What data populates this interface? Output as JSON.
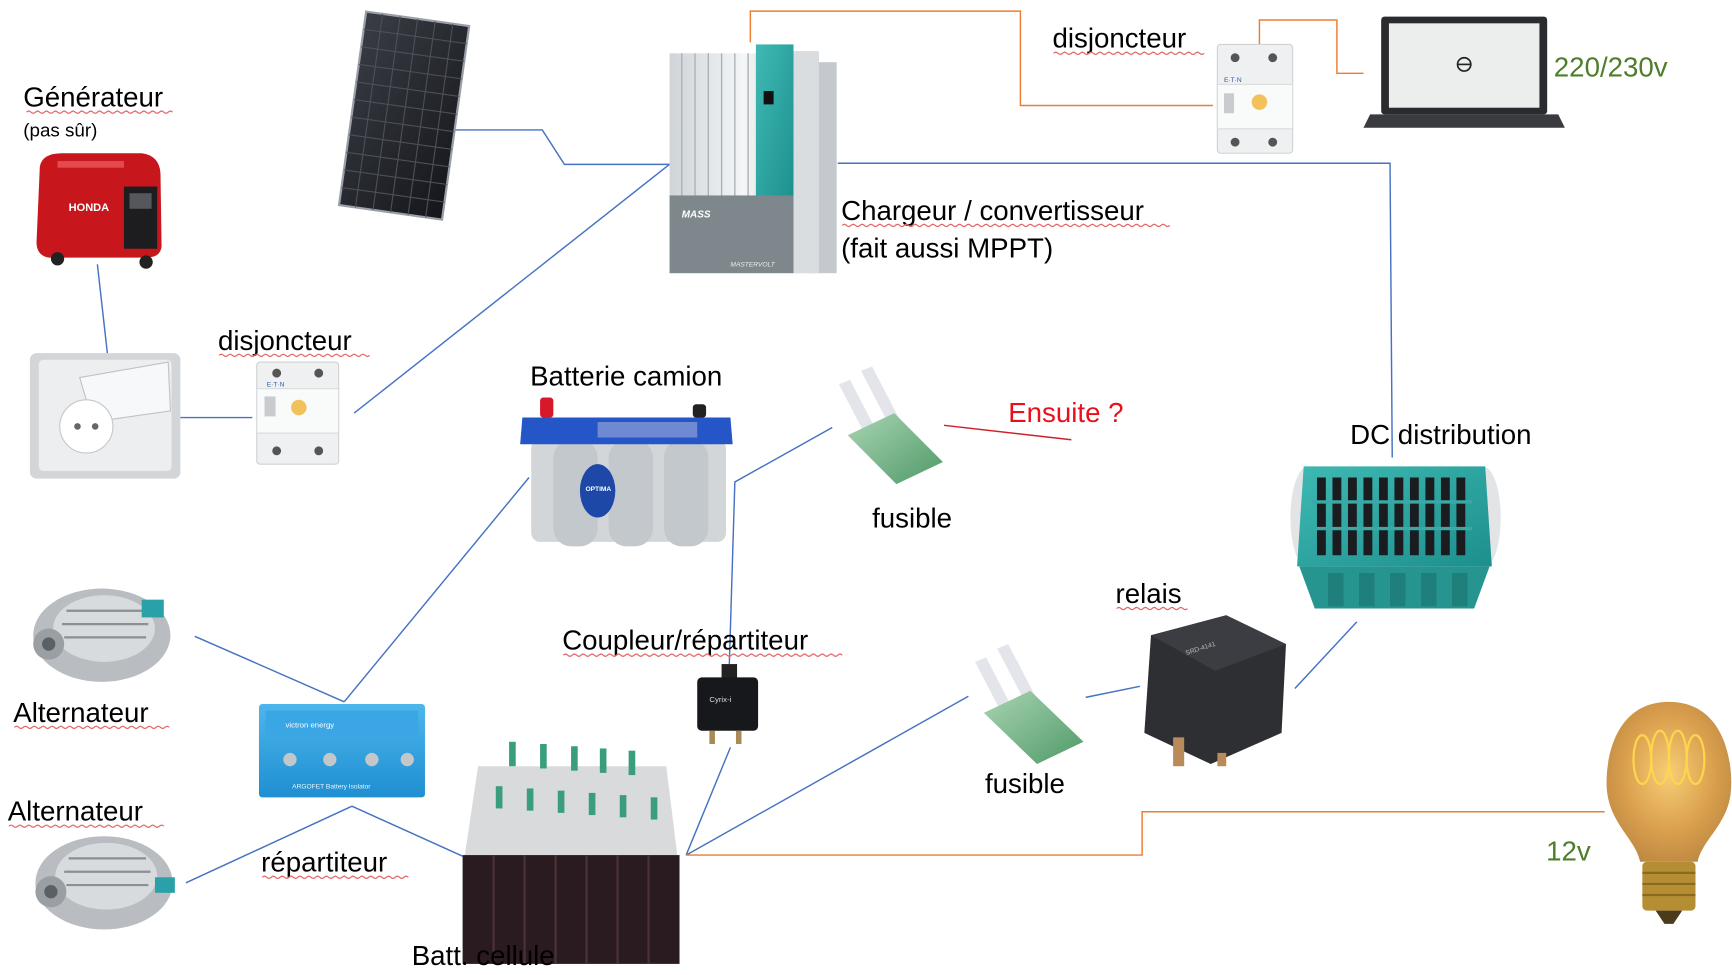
{
  "diagram": {
    "type": "wiring-diagram",
    "language": "fr",
    "colors": {
      "wire_ac": "#ed7d31",
      "wire_dc": "#4672c4",
      "wire_note": "#d0202a",
      "label_text": "#000000",
      "label_question": "#e8111b",
      "label_voltage": "#4e7d2b"
    },
    "labels": {
      "generator": "Générateur",
      "generator_note": "(pas sûr)",
      "breaker_left": "disjoncteur",
      "breaker_top": "disjoncteur",
      "charger": "Chargeur / convertisseur",
      "charger_note": "(fait aussi MPPT)",
      "truck_battery": "Batterie camion",
      "question": "Ensuite ?",
      "fuse_top": "fusible",
      "fuse_bottom": "fusible",
      "dc_distribution": "DC distribution",
      "relay": "relais",
      "coupler": "Coupleur/répartiteur",
      "alternator_1": "Alternateur",
      "alternator_2": "Alternateur",
      "splitter": "répartiteur",
      "cell_battery": "Batt. cellule",
      "voltage_ac": "220/230v",
      "voltage_dc": "12v"
    },
    "device_marks": {
      "charger_brand": "MASS",
      "charger_maker": "MASTERVOLT",
      "isolator_brand": "victron energy",
      "isolator_model": "ARGOFET Battery Isolator",
      "coupler_model": "Cyrix-i",
      "battery_brand": "OPTIMA",
      "breaker_brand": "E·T·N",
      "relay_marking": "SRD-4141"
    },
    "nodes": [
      {
        "id": "generator",
        "label_key": "generator"
      },
      {
        "id": "socket",
        "label_key": null
      },
      {
        "id": "breaker-left",
        "label_key": "breaker_left"
      },
      {
        "id": "solar-panel",
        "label_key": null
      },
      {
        "id": "charger-inverter",
        "label_key": "charger"
      },
      {
        "id": "breaker-top",
        "label_key": "breaker_top"
      },
      {
        "id": "laptop",
        "label_key": "voltage_ac"
      },
      {
        "id": "truck-battery",
        "label_key": "truck_battery"
      },
      {
        "id": "fuse-top",
        "label_key": "fuse_top"
      },
      {
        "id": "dc-distribution",
        "label_key": "dc_distribution"
      },
      {
        "id": "relay",
        "label_key": "relay"
      },
      {
        "id": "fuse-bottom",
        "label_key": "fuse_bottom"
      },
      {
        "id": "coupler",
        "label_key": "coupler"
      },
      {
        "id": "alternator-1",
        "label_key": "alternator_1"
      },
      {
        "id": "alternator-2",
        "label_key": "alternator_2"
      },
      {
        "id": "battery-isolator",
        "label_key": "splitter"
      },
      {
        "id": "cell-battery",
        "label_key": "cell_battery"
      },
      {
        "id": "bulb",
        "label_key": "voltage_dc"
      }
    ],
    "edges": [
      {
        "from": "generator",
        "to": "socket",
        "kind": "dc"
      },
      {
        "from": "socket",
        "to": "breaker-left",
        "kind": "dc"
      },
      {
        "from": "breaker-left",
        "to": "charger-inverter",
        "kind": "dc"
      },
      {
        "from": "solar-panel",
        "to": "charger-inverter",
        "kind": "dc"
      },
      {
        "from": "charger-inverter",
        "to": "breaker-top",
        "kind": "ac"
      },
      {
        "from": "breaker-top",
        "to": "laptop",
        "kind": "ac"
      },
      {
        "from": "charger-inverter",
        "to": "dc-distribution",
        "kind": "dc"
      },
      {
        "from": "dc-distribution",
        "to": "relay",
        "kind": "dc"
      },
      {
        "from": "relay",
        "to": "fuse-bottom",
        "kind": "dc"
      },
      {
        "from": "fuse-bottom",
        "to": "cell-battery",
        "kind": "dc"
      },
      {
        "from": "fuse-top",
        "to": "coupler",
        "kind": "dc"
      },
      {
        "from": "fuse-top",
        "to": "question",
        "kind": "note"
      },
      {
        "from": "coupler",
        "to": "cell-battery",
        "kind": "dc"
      },
      {
        "from": "alternator-1",
        "to": "battery-isolator",
        "kind": "dc"
      },
      {
        "from": "alternator-2",
        "to": "battery-isolator",
        "kind": "dc"
      },
      {
        "from": "battery-isolator",
        "to": "truck-battery",
        "kind": "dc"
      },
      {
        "from": "battery-isolator",
        "to": "cell-battery",
        "kind": "dc"
      },
      {
        "from": "cell-battery",
        "to": "bulb",
        "kind": "ac"
      }
    ]
  }
}
